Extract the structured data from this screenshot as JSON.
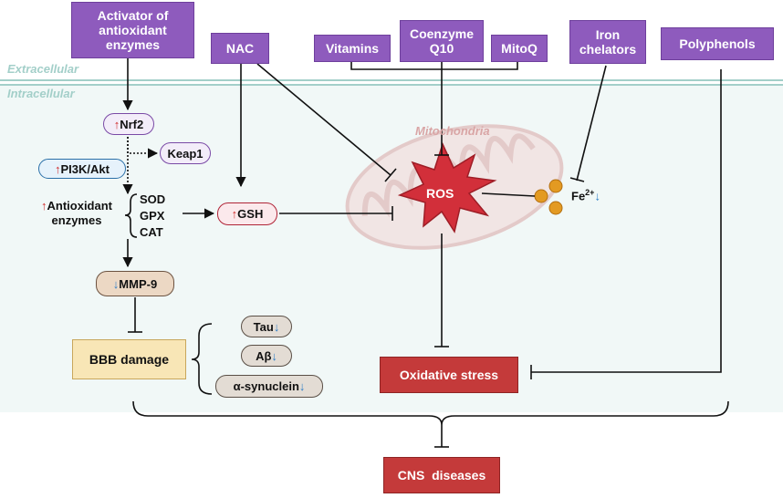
{
  "regions": {
    "extracellular": "Extracellular",
    "intracellular": "Intracellular",
    "mitochondria": "Mitochondria"
  },
  "top_boxes": {
    "activator": "Activator of antioxidant enzymes",
    "nac": "NAC",
    "vitamins": "Vitamins",
    "coq10": "Coenzyme Q10",
    "mitoq": "MitoQ",
    "iron_chelators": "Iron chelators",
    "polyphenols": "Polyphenols"
  },
  "nodes": {
    "nrf2": "Nrf2",
    "keap1": "Keap1",
    "pi3k": "PI3K/Akt",
    "antioxidant_enzymes": "Antioxidant enzymes",
    "enzymes_list": [
      "SOD",
      "GPX",
      "CAT"
    ],
    "gsh": "GSH",
    "ros": "ROS",
    "fe": "Fe",
    "fe_charge": "2+",
    "mmp9": "MMP-9",
    "bbb": "BBB damage",
    "tau": "Tau",
    "abeta": "Aβ",
    "asyn": "α-synuclein",
    "oxidative_stress": "Oxidative stress",
    "cns": "CNS  diseases"
  },
  "arrows": {
    "up": "↑",
    "down": "↓"
  },
  "colors": {
    "purple": "#8e5bbd",
    "red_box": "#c43a3a",
    "ros_star": "#d22f3a",
    "intracellular_bg": "#f1f8f7",
    "membrane": "#a3cfc9",
    "mitochondria": "#d9a5a5",
    "iron": "#e39a22"
  }
}
